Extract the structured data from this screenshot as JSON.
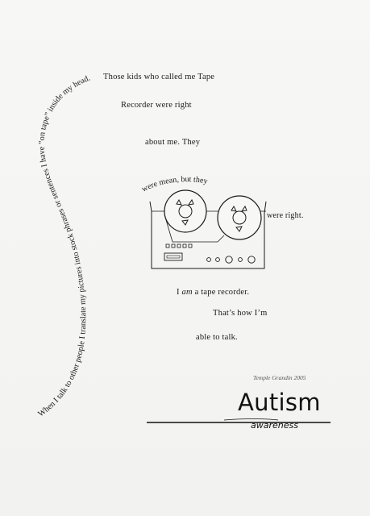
{
  "poem": {
    "curve_text": "When I talk to other people I translate my pictures into stock phrases or sentences I have “on tape” inside my head.",
    "line1": "Those kids who called me Tape",
    "line2": "Recorder were right",
    "line3": "about me.  They",
    "arc_text": "were mean, but they",
    "line5": "were right.",
    "line6_a": "I ",
    "line6_em": "am",
    "line6_b": " a tape recorder.",
    "line7": "That’s how I’m",
    "line8": "able to talk."
  },
  "credit": "Temple Grandin 2005",
  "logo": {
    "title": "Autism",
    "subtitle": "awareness"
  },
  "illustration": {
    "name": "tape-recorder"
  }
}
